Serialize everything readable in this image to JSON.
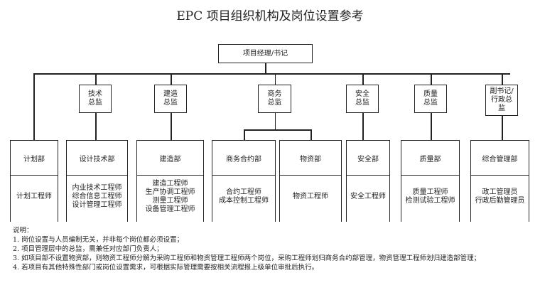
{
  "title": "EPC 项目组织机构及岗位设置参考",
  "top": "项目经理/书记",
  "directors": [
    "技术\n总监",
    "建造\n总监",
    "商务\n总监",
    "安全\n总监",
    "质量\n总监",
    "副书记/\n行政总\n监"
  ],
  "departments": [
    {
      "name": "计划部",
      "roles": [
        "计划工程师"
      ]
    },
    {
      "name": "设计技术部",
      "roles": [
        "内业技术工程师",
        "综合信息工程师",
        "设计管理工程师"
      ]
    },
    {
      "name": "建造部",
      "roles": [
        "建造工程师",
        "生产协调工程师",
        "测量工程师",
        "设备管理工程师"
      ]
    },
    {
      "name": "商务合约部",
      "roles": [
        "合约工程师",
        "成本控制工程师"
      ]
    },
    {
      "name": "物资部",
      "roles": [
        "物资工程师"
      ]
    },
    {
      "name": "安全部",
      "roles": [
        "安全工程师"
      ]
    },
    {
      "name": "质量部",
      "roles": [
        "质量工程师",
        "检测试验工程师"
      ]
    },
    {
      "name": "综合管理部",
      "roles": [
        "政工管理员",
        "行政后勤管理员"
      ]
    }
  ],
  "notes": {
    "heading": "说明：",
    "items": [
      "1. 岗位设置与人员编制无关，并非每个岗位都必须设置；",
      "2. 项目管理层中的总监，需兼任对应部门负责人；",
      "3. 如项目部不设置物资部，则物资工程师分解为采购工程师和物资管理工程师两个岗位，采购工程师划归商务合约部管理，物资管理工程师划归建造部管理；",
      "4. 若项目有其他特殊性部门或岗位设置需求，可根据实际管理需要按相关流程报上级单位审批后执行。"
    ]
  }
}
